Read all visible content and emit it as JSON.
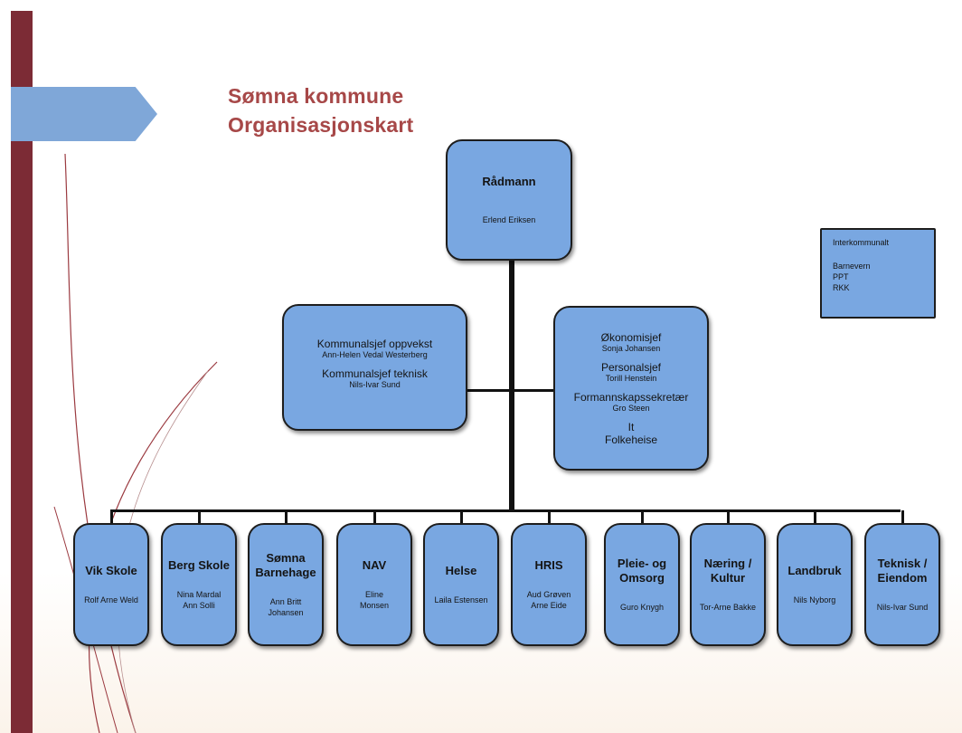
{
  "title_line1": "Sømna kommune",
  "title_line2": "Organisasjonskart",
  "top": {
    "title": "Rådmann",
    "name": "Erlend Eriksen"
  },
  "left_staff": [
    {
      "role": "Kommunalsjef oppvekst",
      "name": "Ann-Helen Vedal Westerberg"
    },
    {
      "role": "Kommunalsjef teknisk",
      "name": "Nils-Ivar Sund"
    }
  ],
  "right_staff": [
    {
      "role": "Økonomisjef",
      "name": "Sonja Johansen"
    },
    {
      "role": "Personalsjef",
      "name": "Torill Henstein"
    },
    {
      "role": "Formannskapssekretær",
      "name": "Gro Steen"
    },
    {
      "role": "It",
      "name": ""
    },
    {
      "role": "Folkeheise",
      "name": ""
    }
  ],
  "interkommunalt": {
    "title": "Interkommunalt",
    "items": [
      "Barnevern",
      "PPT",
      "RKK"
    ]
  },
  "units": [
    {
      "title": "Vik Skole",
      "name": "Rolf Arne Weld"
    },
    {
      "title": "Berg Skole",
      "name": "Nina Mardal\nAnn Solli"
    },
    {
      "title": "Sømna\nBarnehage",
      "name": "Ann Britt\nJohansen"
    },
    {
      "title": "NAV",
      "name": "Eline\nMonsen"
    },
    {
      "title": "Helse",
      "name": "Laila Estensen"
    },
    {
      "title": "HRIS",
      "name": "Aud Grøven\nArne Eide"
    },
    {
      "title": "Pleie- og\nOmsorg",
      "name": "Guro Knygh"
    },
    {
      "title": "Næring /\nKultur",
      "name": "Tor-Arne Bakke"
    },
    {
      "title": "Landbruk",
      "name": "Nils Nyborg"
    },
    {
      "title": "Teknisk /\nEiendom",
      "name": "Nils-Ivar Sund"
    }
  ],
  "colors": {
    "box_fill": "#79a7e1",
    "title": "#a74848",
    "side_bar": "#7c2b35"
  }
}
